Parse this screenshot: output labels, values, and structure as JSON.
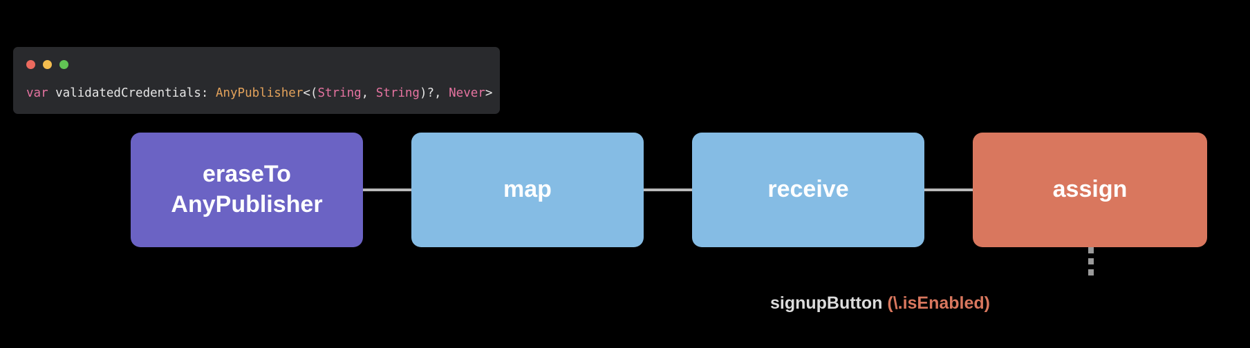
{
  "code_window": {
    "traffic_lights": [
      {
        "name": "close",
        "color": "#ec6a5e"
      },
      {
        "name": "minimize",
        "color": "#f4bd4f"
      },
      {
        "name": "zoom",
        "color": "#61c454"
      }
    ],
    "code_line_plain": "var validatedCredentials: AnyPublisher<(String, String)?, Never>",
    "tokens": {
      "keyword": "var",
      "identifier": " validatedCredentials: ",
      "type": "AnyPublisher",
      "open_generic": "<(",
      "generic_1": "String",
      "separator_1": ", ",
      "generic_2": "String",
      "separator_2": ")?, ",
      "generic_3": "Never",
      "close_generic": ">"
    },
    "colors": {
      "background": "#292a2d",
      "keyword": "#e573a0",
      "plain": "#e6e6e6",
      "type": "#e3a25b",
      "generic": "#e573a0"
    }
  },
  "pipeline": {
    "nodes": [
      {
        "id": "eraseto",
        "label_line1": "eraseTo",
        "label_line2": "AnyPublisher",
        "color": "#6b63c4"
      },
      {
        "id": "map",
        "label_line1": "map",
        "label_line2": "",
        "color": "#85bce4"
      },
      {
        "id": "receive",
        "label_line1": "receive",
        "label_line2": "",
        "color": "#85bce4"
      },
      {
        "id": "assign",
        "label_line1": "assign",
        "label_line2": "",
        "color": "#d9775e"
      }
    ],
    "connector_color": "#b9b9b9"
  },
  "keypath": {
    "target": "signupButton",
    "path": " (\\.isEnabled)",
    "name_color": "#dcdcdc",
    "path_color": "#d9775e",
    "line_color": "#9a9a9a"
  },
  "canvas": {
    "background": "#000000"
  }
}
